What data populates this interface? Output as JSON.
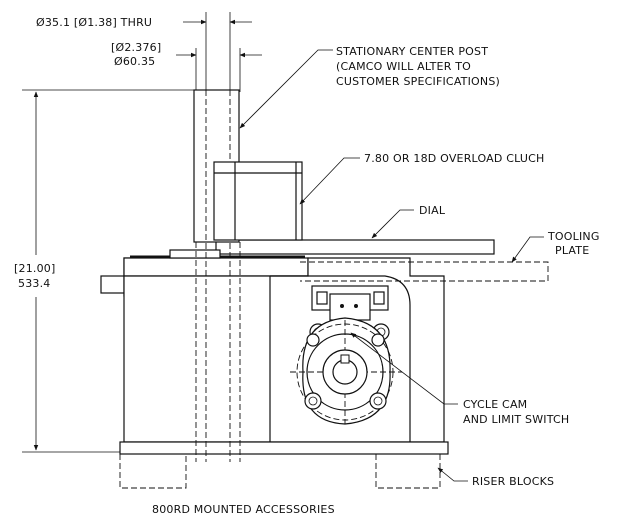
{
  "dimensions": {
    "thru_bore": "Ø35.1 [Ø1.38] THRU",
    "post_dia_in": "[Ø2.376]",
    "post_dia_mm": "Ø60.35",
    "height_in": "[21.00]",
    "height_mm": "533.4"
  },
  "callouts": {
    "post_line1": "STATIONARY CENTER POST",
    "post_line2": "(CAMCO WILL ALTER TO",
    "post_line3": "CUSTOMER SPECIFICATIONS)",
    "clutch": "7.80 OR 18D OVERLOAD CLUCH",
    "dial": "DIAL",
    "tooling_line1": "TOOLING",
    "tooling_line2": "PLATE",
    "cam_line1": "CYCLE CAM",
    "cam_line2": "AND LIMIT SWITCH",
    "riser": "RISER BLOCKS"
  },
  "caption": "800RD MOUNTED ACCESSORIES"
}
